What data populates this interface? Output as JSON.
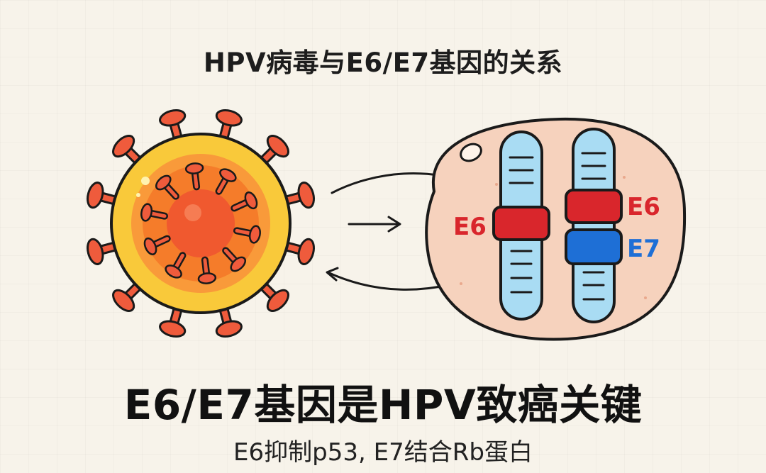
{
  "title": "HPV病毒与E6/E7基因的关系",
  "headline": "E6/E7基因是HPV致癌关键",
  "subline": "E6抑制p53, E7结合Rb蛋白",
  "diagram": {
    "left_label_e6": "E6",
    "right_label_e6": "E6",
    "right_label_e7": "E7"
  },
  "colors": {
    "virus_spike": "#ef5b3c",
    "virus_outer": "#f9c93a",
    "virus_inner": "#f57c2a",
    "cell_fill": "#f6d2bd",
    "chromosome": "#a9dcf3",
    "e6_band": "#d9262c",
    "e7_band": "#1e6fd6",
    "e6_text": "#d9262c",
    "e7_text": "#1e6fd6"
  },
  "icons": [
    "virus-icon",
    "cell-icon",
    "chromosome-icon",
    "arrow-icon"
  ]
}
